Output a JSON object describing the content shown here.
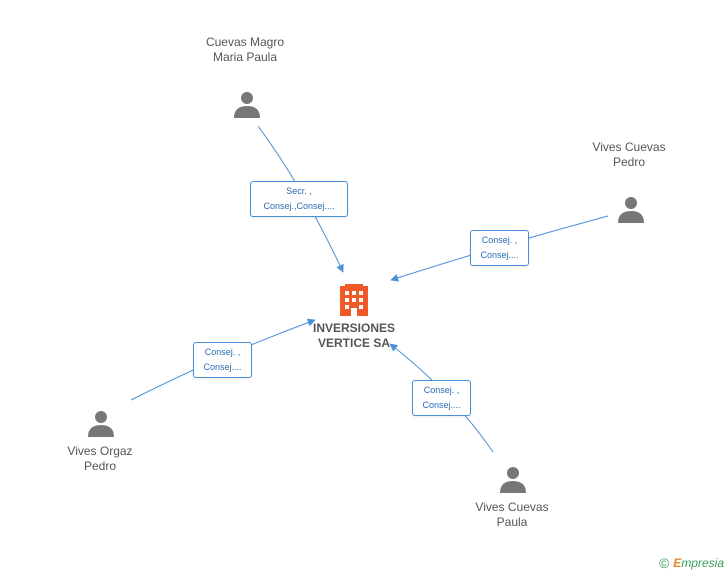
{
  "company": {
    "name": "INVERSIONES VERTICE SA",
    "icon": "building-icon",
    "icon_color": "#f05a28"
  },
  "persons": [
    {
      "name": "Cuevas Magro Maria Paula",
      "icon": "person-icon"
    },
    {
      "name": "Vives Cuevas Pedro",
      "icon": "person-icon"
    },
    {
      "name": "Vives Orgaz Pedro",
      "icon": "person-icon"
    },
    {
      "name": "Vives Cuevas Paula",
      "icon": "person-icon"
    }
  ],
  "relations": [
    {
      "from": "Cuevas Magro Maria Paula",
      "line1": "Secr. ,",
      "line2": "Consej.,Consej...."
    },
    {
      "from": "Vives Cuevas Pedro",
      "line1": "Consej. ,",
      "line2": "Consej...."
    },
    {
      "from": "Vives Orgaz Pedro",
      "line1": "Consej. ,",
      "line2": "Consej...."
    },
    {
      "from": "Vives Cuevas Paula",
      "line1": "Consej. ,",
      "line2": "Consej...."
    }
  ],
  "colors": {
    "edge": "#4a90d9",
    "person_icon": "#777777"
  },
  "footer": {
    "copyright_symbol": "©",
    "brand_initial": "E",
    "brand_rest": "mpresia"
  }
}
